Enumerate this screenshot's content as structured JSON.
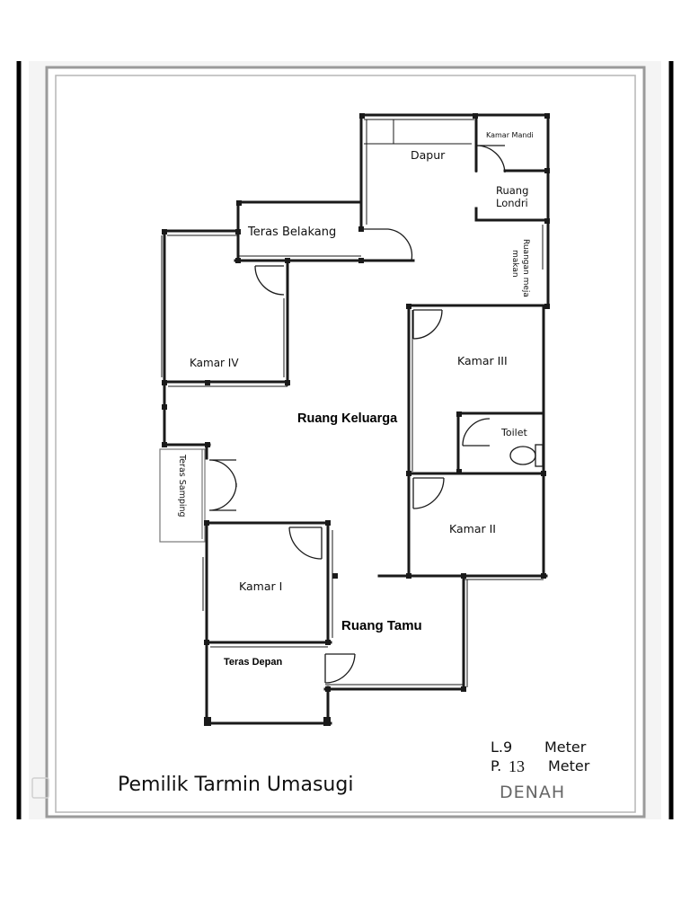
{
  "rooms": {
    "dapur": "Dapur",
    "kamar_mandi": "Kamar Mandi",
    "ruang_londri_1": "Ruang",
    "ruang_londri_2": "Londri",
    "teras_belakang": "Teras Belakang",
    "ruangan_meja_makan_1": "Ruangan meja",
    "ruangan_meja_makan_2": "makan",
    "kamar_iv": "Kamar IV",
    "kamar_iii": "Kamar III",
    "ruang_keluarga": "Ruang Keluarga",
    "toilet": "Toilet",
    "teras_samping": "Teras Samping",
    "kamar_ii": "Kamar II",
    "kamar_i": "Kamar I",
    "ruang_tamu": "Ruang Tamu",
    "teras_depan": "Teras Depan"
  },
  "dimensions": {
    "width_prefix": "L.9",
    "width_unit": "Meter",
    "length_prefix": "P.",
    "length_value": "13",
    "length_unit": "Meter"
  },
  "owner": "Pemilik Tarmin Umasugi",
  "plan_title": "DENAH",
  "colors": {
    "wall": "#1a1a1a",
    "frame": "#000000",
    "border": "#9a9a9a"
  }
}
